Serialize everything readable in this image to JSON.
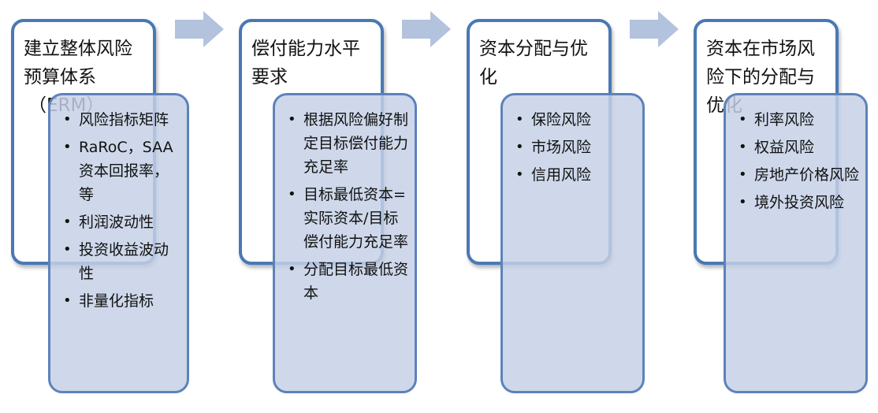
{
  "stages": [
    {
      "title_lines": [
        "建立整体风险",
        "预算体系",
        "（ERM）"
      ],
      "items": [
        "风险指标矩阵",
        "RaRoC，SAA资本回报率，等",
        "利润波动性",
        "投资收益波动性",
        "非量化指标"
      ]
    },
    {
      "title_lines": [
        "偿付能力水平",
        "要求"
      ],
      "items": [
        "根据风险偏好制定目标偿付能力充足率",
        "目标最低资本=实际资本/目标偿付能力充足率",
        "分配目标最低资本"
      ]
    },
    {
      "title_lines": [
        "资本分配与优",
        "化"
      ],
      "items": [
        "保险风险",
        "市场风险",
        "信用风险"
      ]
    },
    {
      "title_lines": [
        "资本在市场风",
        "险下的分配与",
        "优化"
      ],
      "items": [
        "利率风险",
        "权益风险",
        "房地产价格风险",
        "境外投资风险"
      ]
    }
  ],
  "colors": {
    "frame_border": "#4a78b4",
    "panel_fill": "#c5d1e6",
    "panel_border": "#5d82ba",
    "arrow_fill": "#b3c3dd"
  },
  "icons": {
    "connector": "right-arrow-icon"
  }
}
